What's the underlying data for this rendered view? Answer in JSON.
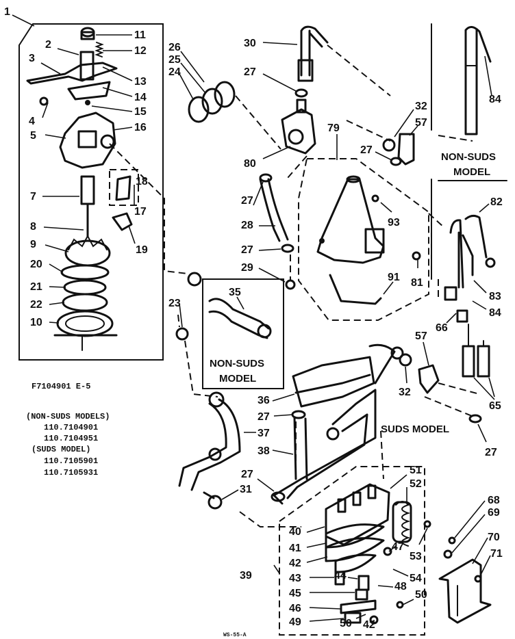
{
  "diagram": {
    "part_numbers": {
      "p1": "1",
      "p2": "2",
      "p3": "3",
      "p4": "4",
      "p5": "5",
      "p7": "7",
      "p8": "8",
      "p9": "9",
      "p10": "10",
      "p11": "11",
      "p12": "12",
      "p13": "13",
      "p14": "14",
      "p15": "15",
      "p16": "16",
      "p17": "17",
      "p18": "18",
      "p19": "19",
      "p20": "20",
      "p21": "21",
      "p22": "22",
      "p23": "23",
      "p24": "24",
      "p25": "25",
      "p26": "26",
      "p27": "27",
      "p28": "28",
      "p29": "29",
      "p30": "30",
      "p31": "31",
      "p32": "32",
      "p35": "35",
      "p36": "36",
      "p37": "37",
      "p38": "38",
      "p39": "39",
      "p40": "40",
      "p41": "41",
      "p42": "42",
      "p43": "43",
      "p44": "44",
      "p45": "45",
      "p46": "46",
      "p47": "47",
      "p48": "48",
      "p49": "49",
      "p50": "50",
      "p51": "51",
      "p52": "52",
      "p53": "53",
      "p54": "54",
      "p57": "57",
      "p65": "65",
      "p66": "66",
      "p68": "68",
      "p69": "69",
      "p70": "70",
      "p71": "71",
      "p79": "79",
      "p80": "80",
      "p81": "81",
      "p82": "82",
      "p83": "83",
      "p84": "84",
      "p91": "91",
      "p93": "93"
    },
    "captions": {
      "code": "F7104901 E-5",
      "models_heading_non_suds": "(NON-SUDS MODELS)",
      "model_1": "110.7104901",
      "model_2": "110.7104951",
      "models_heading_suds": "(SUDS   MODEL)",
      "model_3": "110.7105901",
      "model_4": "110.7105931",
      "footer_code": "WS-55-A"
    },
    "region_labels": {
      "non_suds_right_1": "NON-SUDS",
      "non_suds_right_2": "MODEL",
      "non_suds_box_1": "NON-SUDS",
      "non_suds_box_2": "MODEL",
      "suds_model": "SUDS MODEL"
    }
  }
}
